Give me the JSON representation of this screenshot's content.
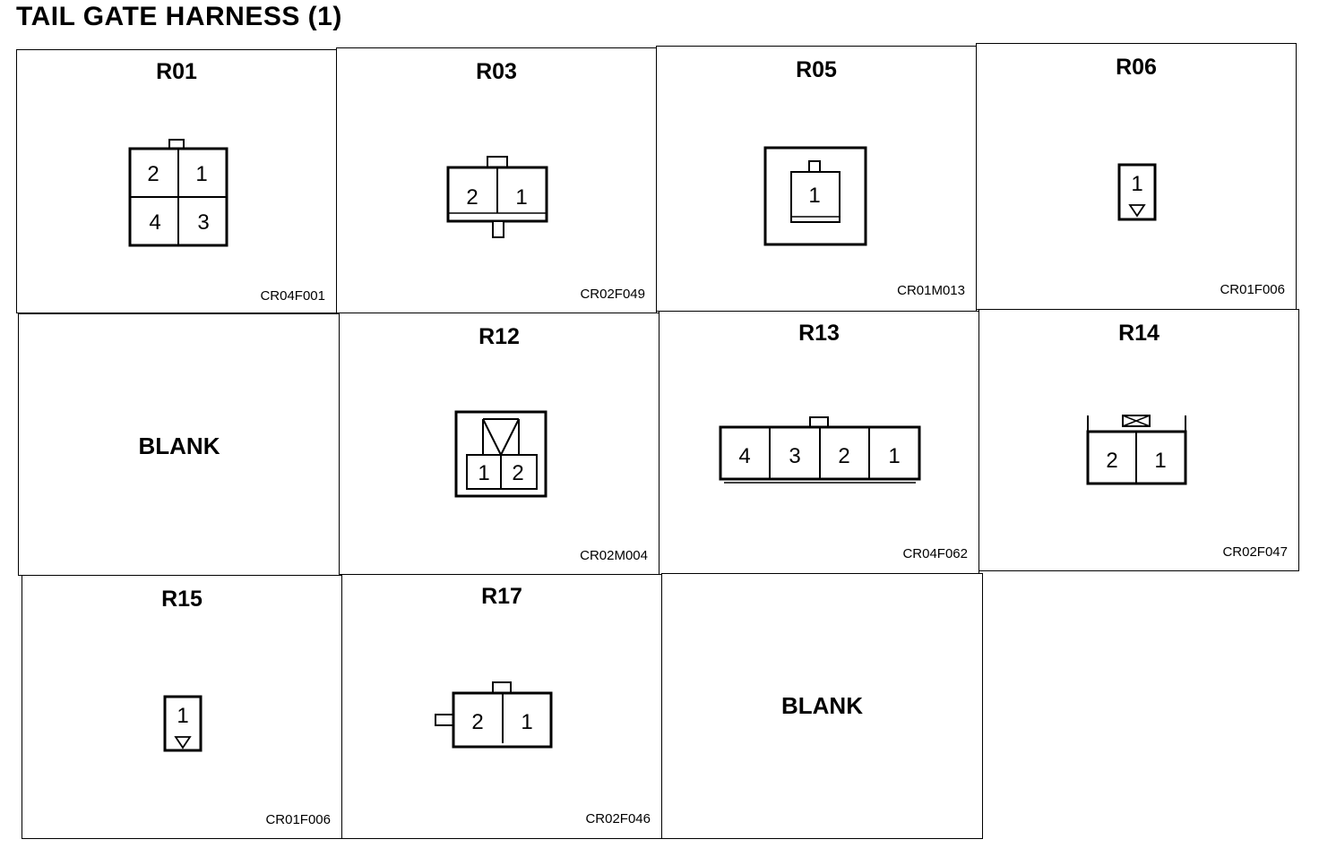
{
  "title": "TAIL GATE HARNESS (1)",
  "cells": [
    {
      "id": "R01",
      "code": "CR04F001"
    },
    {
      "id": "R03",
      "code": "CR02F049"
    },
    {
      "id": "R05",
      "code": "CR01M013"
    },
    {
      "id": "R06",
      "code": "CR01F006"
    },
    {
      "blank_label": "BLANK"
    },
    {
      "id": "R12",
      "code": "CR02M004"
    },
    {
      "id": "R13",
      "code": "CR04F062"
    },
    {
      "id": "R14",
      "code": "CR02F047"
    },
    {
      "id": "R15",
      "code": "CR01F006"
    },
    {
      "id": "R17",
      "code": "CR02F046"
    },
    {
      "blank_label": "BLANK"
    }
  ],
  "pins": {
    "r01": [
      "2",
      "1",
      "4",
      "3"
    ],
    "r03": [
      "2",
      "1"
    ],
    "r05": [
      "1"
    ],
    "r06": [
      "1"
    ],
    "r12": [
      "1",
      "2"
    ],
    "r13": [
      "4",
      "3",
      "2",
      "1"
    ],
    "r14": [
      "2",
      "1"
    ],
    "r15": [
      "1"
    ],
    "r17": [
      "2",
      "1"
    ]
  }
}
